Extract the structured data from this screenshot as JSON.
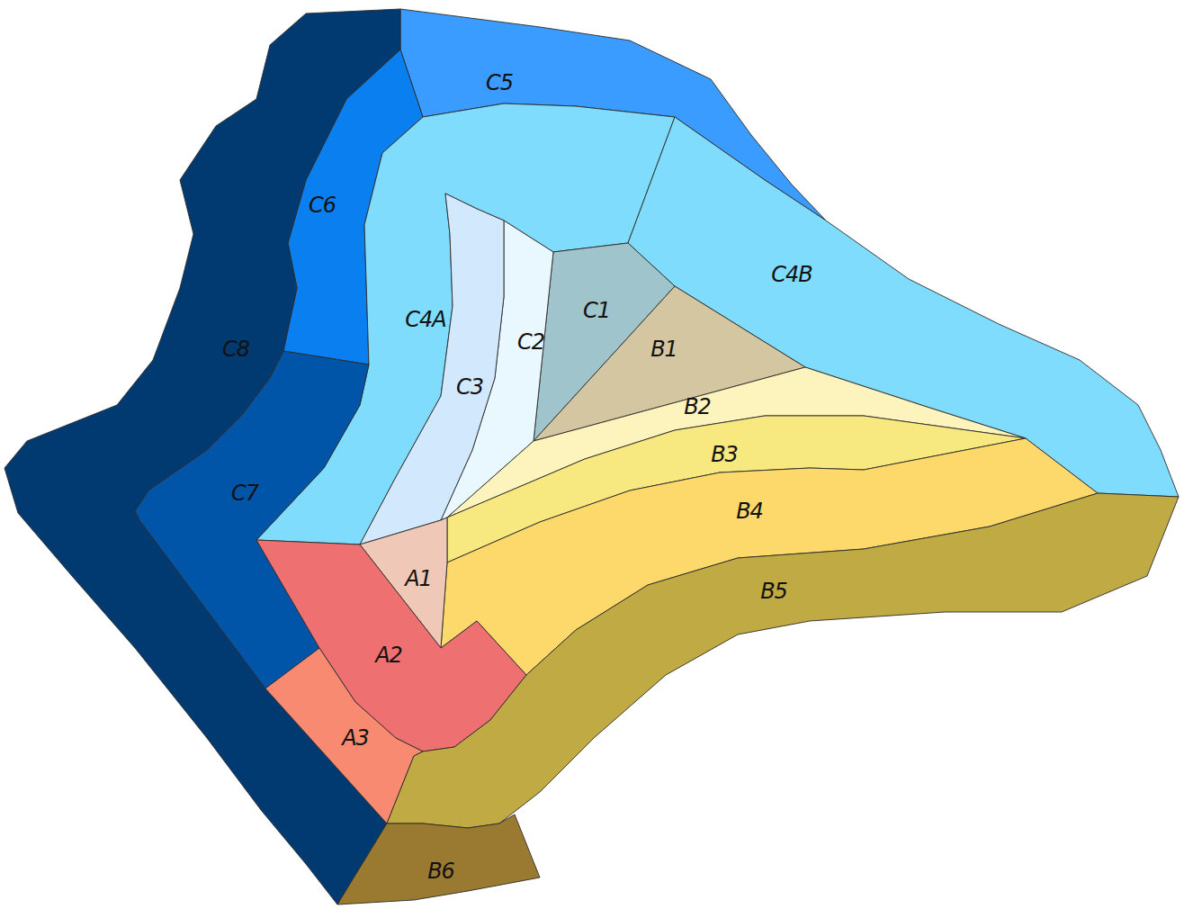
{
  "diagram": {
    "nodes": [
      {
        "text": [
          "C5"
        ]
      },
      {
        "text": [
          "C6"
        ]
      },
      {
        "text": [
          "C8"
        ]
      },
      {
        "text": [
          "C4A"
        ]
      },
      {
        "text": [
          "C4B"
        ]
      },
      {
        "text": [
          "C1"
        ]
      },
      {
        "text": [
          "C2"
        ]
      },
      {
        "text": [
          "C3"
        ]
      },
      {
        "text": [
          "B1"
        ]
      },
      {
        "text": [
          "B2"
        ]
      },
      {
        "text": [
          "B3"
        ]
      },
      {
        "text": [
          "B4"
        ]
      },
      {
        "text": [
          "C7"
        ]
      },
      {
        "text": [
          "A1"
        ]
      },
      {
        "text": [
          "A2"
        ]
      },
      {
        "text": [
          "A3"
        ]
      },
      {
        "text": [
          "B5"
        ]
      },
      {
        "text": [
          "B6"
        ]
      }
    ]
  }
}
